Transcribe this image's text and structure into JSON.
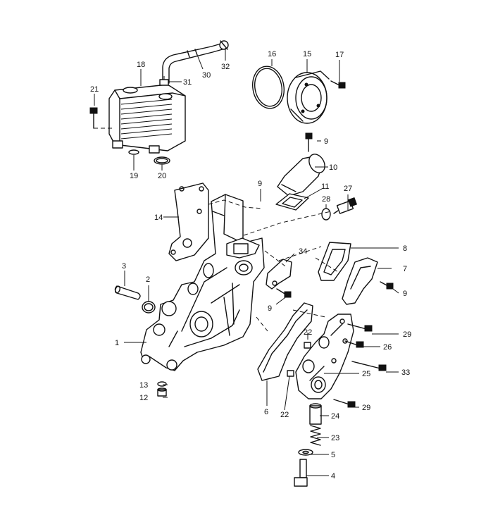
{
  "diagram": {
    "callouts": {
      "c1": "1",
      "c2": "2",
      "c3": "3",
      "c4": "4",
      "c5": "5",
      "c6": "6",
      "c7": "7",
      "c8": "8",
      "c9a": "9",
      "c9b": "9",
      "c9c": "9",
      "c9d": "9",
      "c10": "10",
      "c11": "11",
      "c12": "12",
      "c13": "13",
      "c14": "14",
      "c15": "15",
      "c16": "16",
      "c17": "17",
      "c18": "18",
      "c19": "19",
      "c20": "20",
      "c21": "21",
      "c22a": "22",
      "c22b": "22",
      "c23": "23",
      "c24": "24",
      "c25": "25",
      "c26": "26",
      "c27": "27",
      "c28": "28",
      "c29a": "29",
      "c29b": "29",
      "c30": "30",
      "c31": "31",
      "c32": "32",
      "c33": "33",
      "c34": "34"
    }
  }
}
